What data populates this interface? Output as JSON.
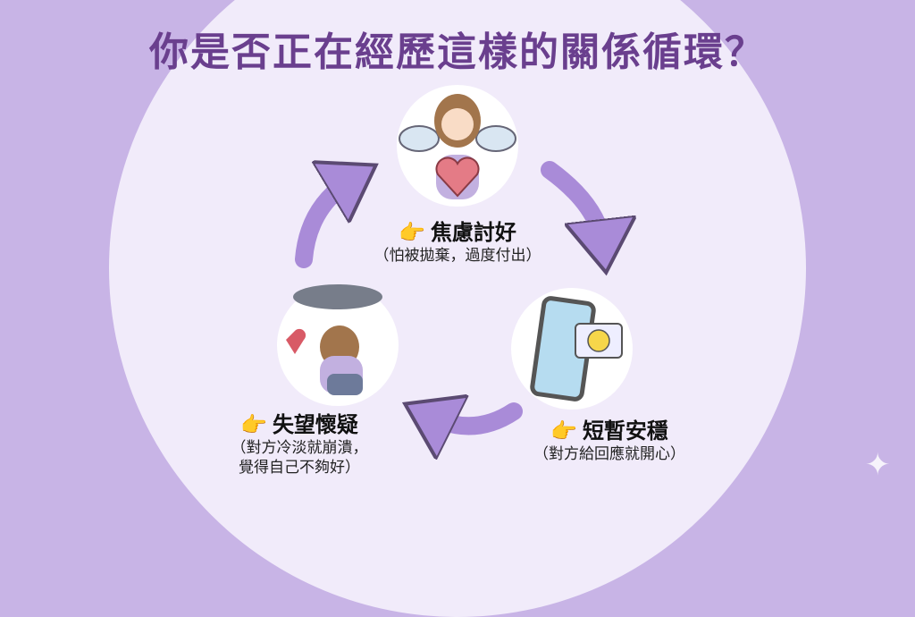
{
  "title": "你是否正在經歷這樣的關係循環？",
  "stages": [
    {
      "heading": "焦慮討好",
      "subtitle": "（怕被拋棄，過度付出）",
      "icon": "angel-girl-holding-heart-icon"
    },
    {
      "heading": "短暫安穩",
      "subtitle": "（對方給回應就開心）",
      "icon": "phone-smiley-message-icon"
    },
    {
      "heading": "失望懷疑",
      "subtitle_lines": [
        "（對方冷淡就崩潰，",
        "覺得自己不夠好）"
      ],
      "icon": "sad-girl-rain-cloud-icon"
    }
  ],
  "pointer_icon": "👉",
  "colors": {
    "title": "#6a3f8e",
    "arrow": "#a98bd8",
    "background": "#c8b4e6",
    "circle": "#f1ebfa"
  }
}
